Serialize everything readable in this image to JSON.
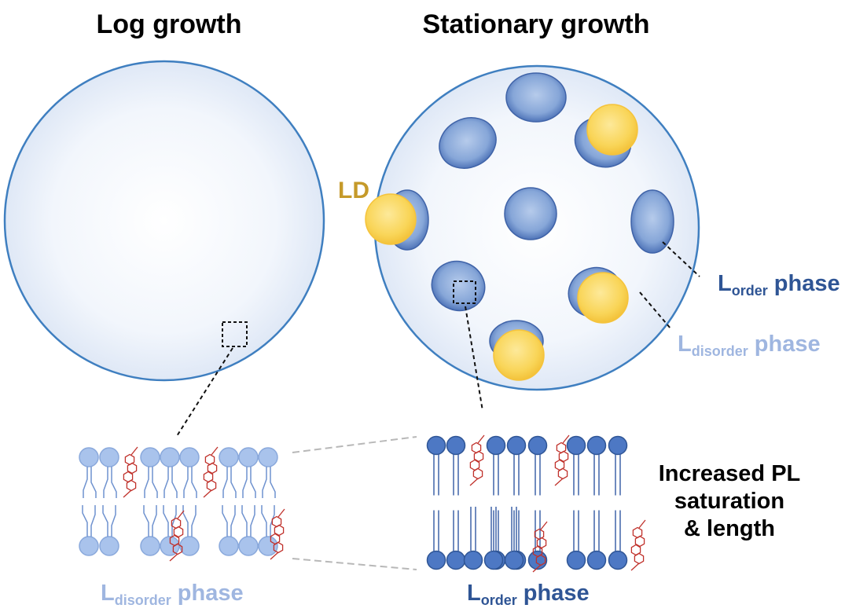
{
  "titles": {
    "log": "Log growth",
    "stationary": "Stationary growth"
  },
  "labels": {
    "ld": "LD",
    "order_right": {
      "main": "L",
      "sub": "order",
      "rest": " phase"
    },
    "disorder_right": {
      "main": "L",
      "sub": "disorder",
      "rest": " phase"
    },
    "disorder_bottom": {
      "main": "L",
      "sub": "disorder",
      "rest": " phase"
    },
    "order_bottom": {
      "main": "L",
      "sub": "order",
      "rest": " phase"
    },
    "increase": [
      "Increased PL",
      "saturation",
      "& length"
    ]
  },
  "colors": {
    "cell_stroke": "#3f7fc0",
    "cell_fill": "#eef3fb",
    "domain_fill": "#7a9fd6",
    "domain_stroke": "#3f63a8",
    "ld_fill": "#f9d45a",
    "ld_stroke": "#f5c33b",
    "ld_text": "#c59a2a",
    "order_text": "#2f5595",
    "disorder_text": "#9fb6e0",
    "disorder_head": "#a9c3ec",
    "order_head": "#4d78c4",
    "sterol": "#c0312b"
  },
  "icons": {
    "sterol": "sterol-molecule-icon",
    "phospholipid": "phospholipid-icon"
  }
}
